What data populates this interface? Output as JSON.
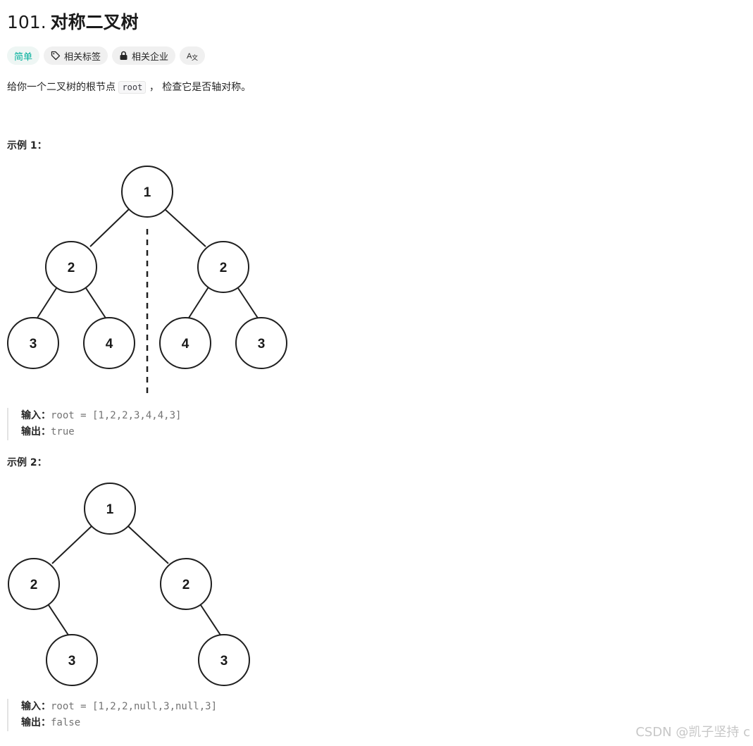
{
  "problem": {
    "number": "101.",
    "title": "对称二叉树"
  },
  "tags": {
    "difficulty": "简单",
    "related_tags": "相关标签",
    "related_companies": "相关企业",
    "translate_icon": "Aa"
  },
  "description": {
    "before": "给你一个二叉树的根节点",
    "code": "root",
    "after": "， 检查它是否轴对称。"
  },
  "examples": [
    {
      "title": "示例 1：",
      "input_label": "输入：",
      "input_value": "root = [1,2,2,3,4,4,3]",
      "output_label": "输出：",
      "output_value": "true",
      "nodes": [
        "1",
        "2",
        "2",
        "3",
        "4",
        "4",
        "3"
      ]
    },
    {
      "title": "示例 2：",
      "input_label": "输入：",
      "input_value": "root = [1,2,2,null,3,null,3]",
      "output_label": "输出：",
      "output_value": "false",
      "nodes": [
        "1",
        "2",
        "2",
        "3",
        "3"
      ]
    }
  ],
  "watermark": "CSDN @凯子坚持 c",
  "colors": {
    "easy": "#00af9b",
    "tag_bg": "#f0f0f0"
  }
}
